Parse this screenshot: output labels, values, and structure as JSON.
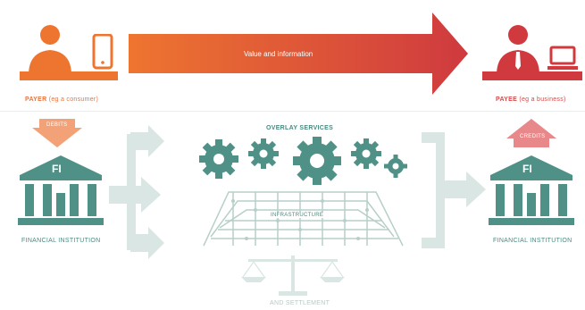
{
  "payer": {
    "role": "PAYER",
    "desc": "(eg a consumer)"
  },
  "payee": {
    "role": "PAYEE",
    "desc": "(eg a business)"
  },
  "flow_label": "Value and information",
  "arrow_left_label": "DEBITS",
  "arrow_right_label": "CREDITS",
  "fi_badge": "FI",
  "fi_left_label": "FINANCIAL INSTITUTION",
  "fi_right_label": "FINANCIAL INSTITUTION",
  "center_top_label": "OVERLAY SERVICES",
  "center_infra_label": "INFRASTRUCTURE",
  "center_bottom_label": "AND SETTLEMENT",
  "colors": {
    "orange": "#ee7530",
    "red": "#d0393e",
    "teal": "#4f9187",
    "light_teal": "#d9e6e3"
  }
}
